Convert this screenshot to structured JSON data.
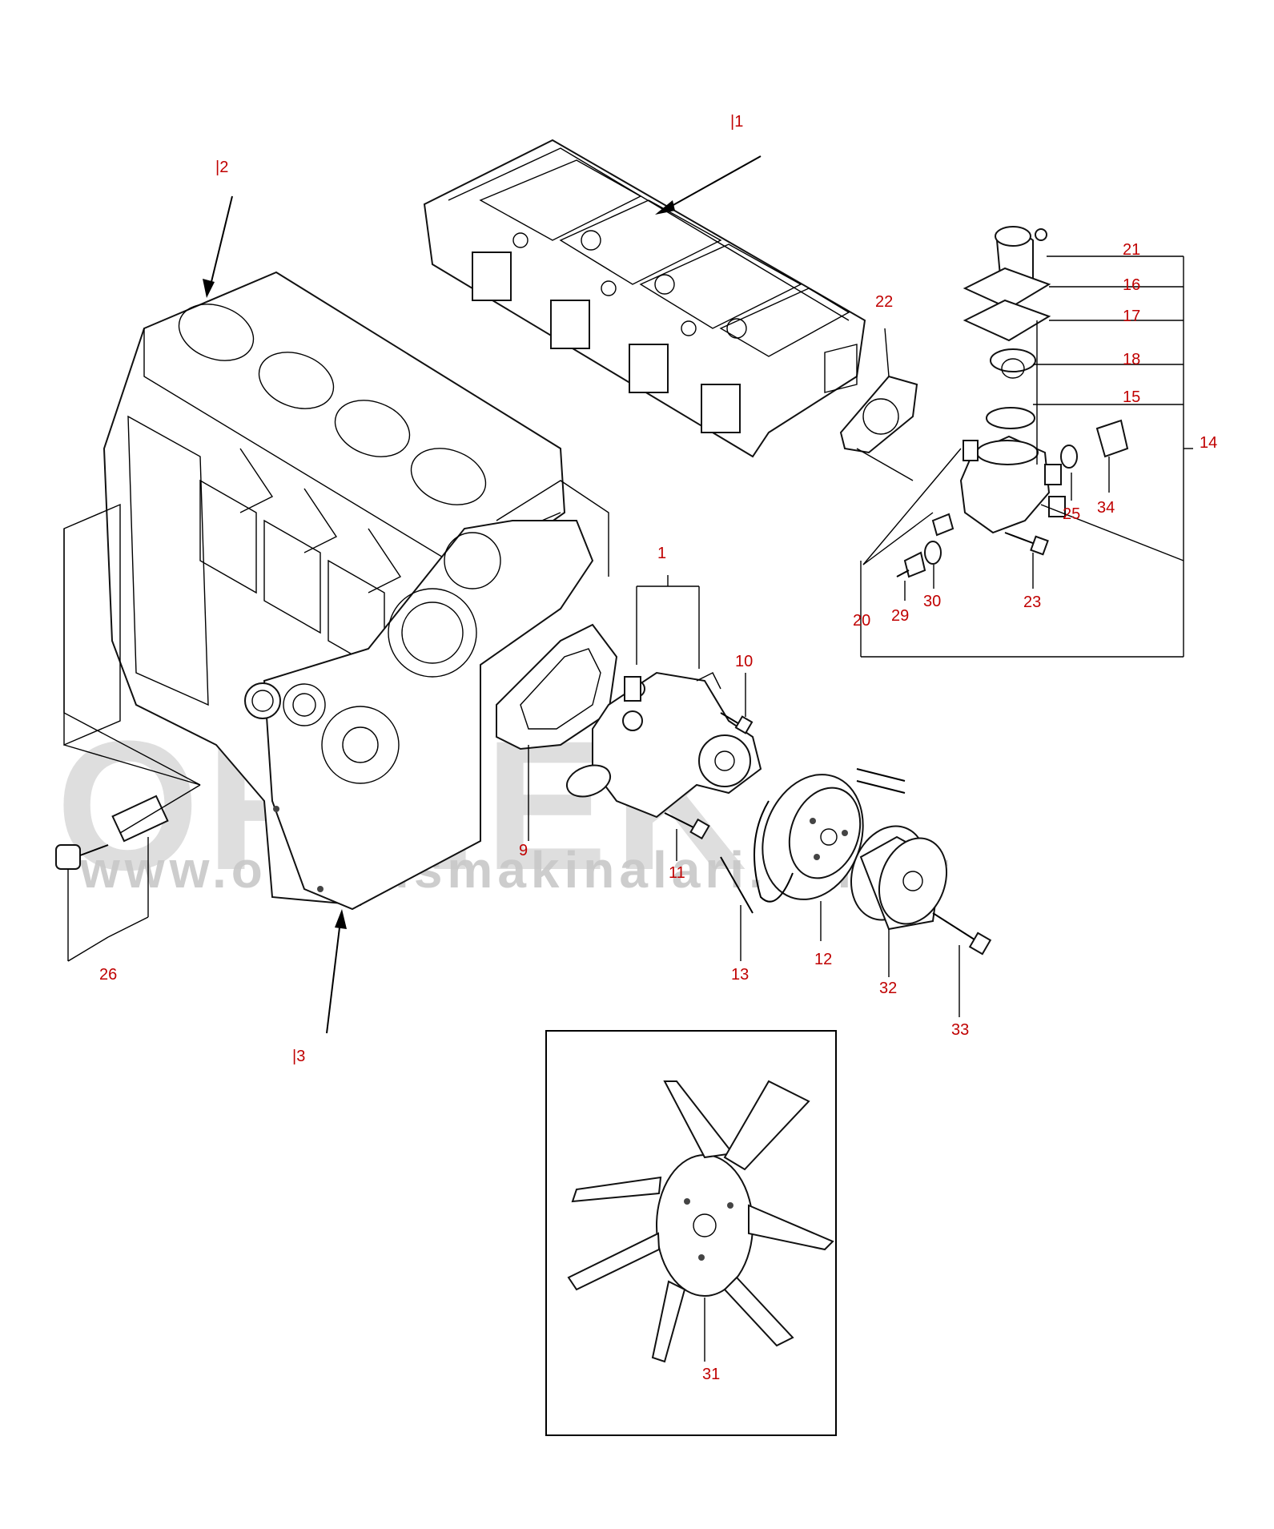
{
  "watermark": {
    "brand": "ORNEK",
    "url": "www.ornekismakinalari.com.tr"
  },
  "callouts": {
    "ref_1": "|1",
    "ref_2": "|2",
    "ref_3": "|3",
    "p1": "1",
    "p9": "9",
    "p10": "10",
    "p11": "11",
    "p12": "12",
    "p13": "13",
    "p14": "14",
    "p15": "15",
    "p16": "16",
    "p17": "17",
    "p18": "18",
    "p20": "20",
    "p21": "21",
    "p22": "22",
    "p23": "23",
    "p25": "25",
    "p26": "26",
    "p29": "29",
    "p30": "30",
    "p31": "31",
    "p32": "32",
    "p33": "33",
    "p34": "34"
  },
  "colors": {
    "callout_text": "#c00000",
    "line_art": "#000000",
    "watermark": "#d9d9d9"
  }
}
